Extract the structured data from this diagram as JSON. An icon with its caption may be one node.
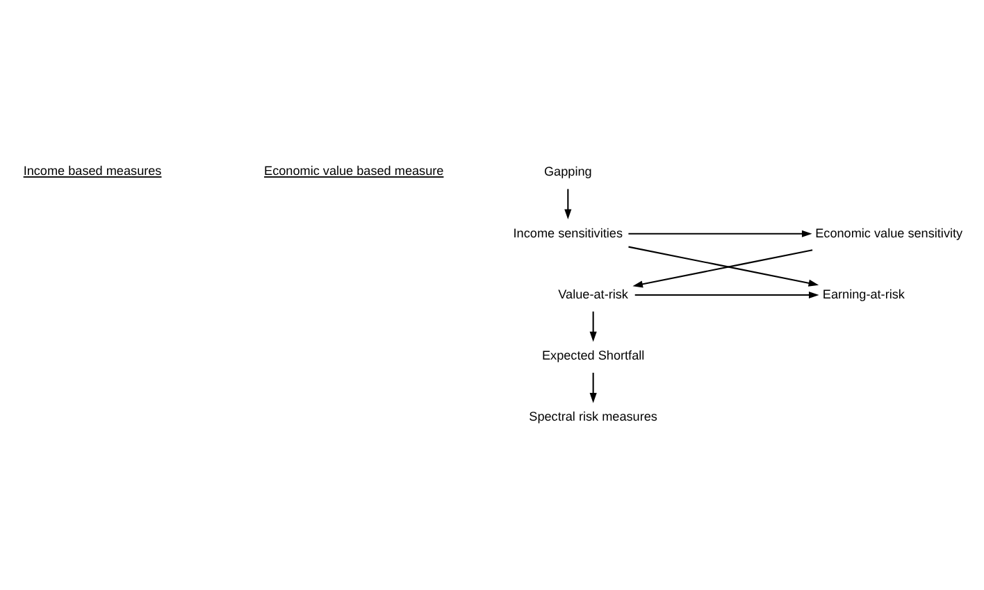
{
  "diagram": {
    "nodes": [
      {
        "text": [
          "Gapping"
        ]
      },
      {
        "text": [
          "Income sensitivities"
        ]
      },
      {
        "text": [
          "Earning-at-risk"
        ]
      },
      {
        "text": [
          "Economic value sensitivity"
        ]
      },
      {
        "text": [
          "Value-at-risk"
        ]
      },
      {
        "text": [
          "Expected Shortfall"
        ]
      },
      {
        "text": [
          "Spectral risk measures"
        ]
      }
    ],
    "edges": [
      {
        "from": 0,
        "to": 1,
        "arrow": "to"
      },
      {
        "from": 1,
        "to": 2,
        "arrow": "to"
      },
      {
        "from": 1,
        "to": 3,
        "arrow": "to"
      },
      {
        "from": 4,
        "to": 2,
        "arrow": "to"
      },
      {
        "from": 3,
        "to": 4,
        "arrow": "to"
      },
      {
        "from": 4,
        "to": 5,
        "arrow": "to"
      },
      {
        "from": 5,
        "to": 6,
        "arrow": "to"
      }
    ],
    "labels": [
      "Income based measures",
      "Economic value based measure"
    ]
  }
}
